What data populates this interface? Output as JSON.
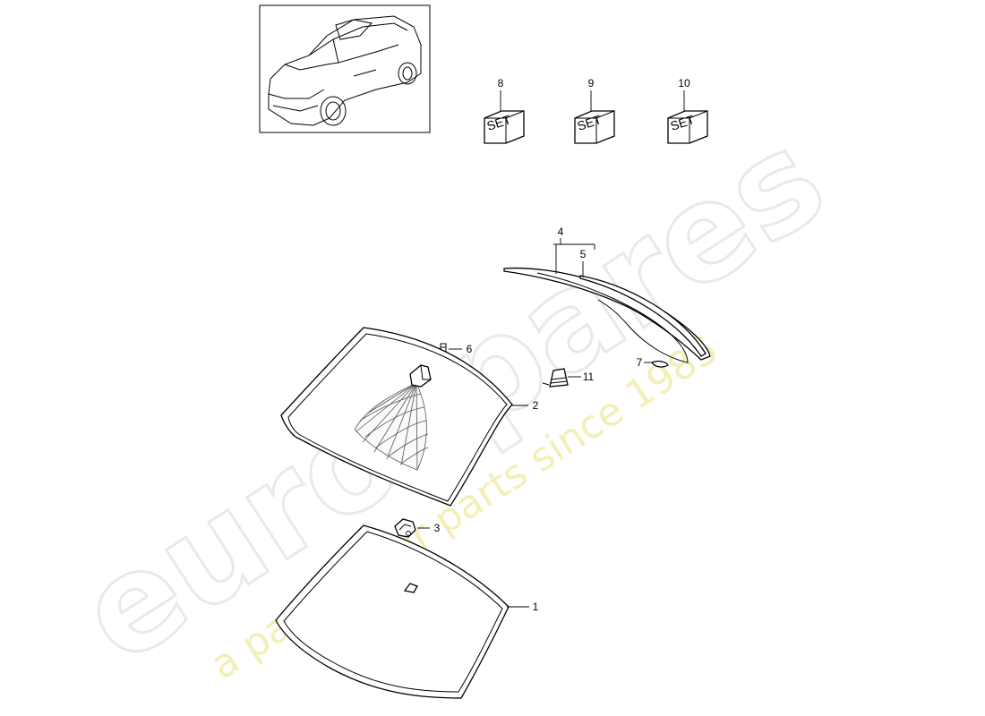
{
  "watermark": {
    "brand": "eurospares",
    "tagline": "a passion for parts since 1985"
  },
  "sets": [
    {
      "number": "8",
      "label": "SET"
    },
    {
      "number": "9",
      "label": "SET"
    },
    {
      "number": "10",
      "label": "SET"
    }
  ],
  "callouts": {
    "p1": "1",
    "p2": "2",
    "p3": "3",
    "p4": "4",
    "p5": "5",
    "p6": "6",
    "p7": "7",
    "p11": "11"
  }
}
